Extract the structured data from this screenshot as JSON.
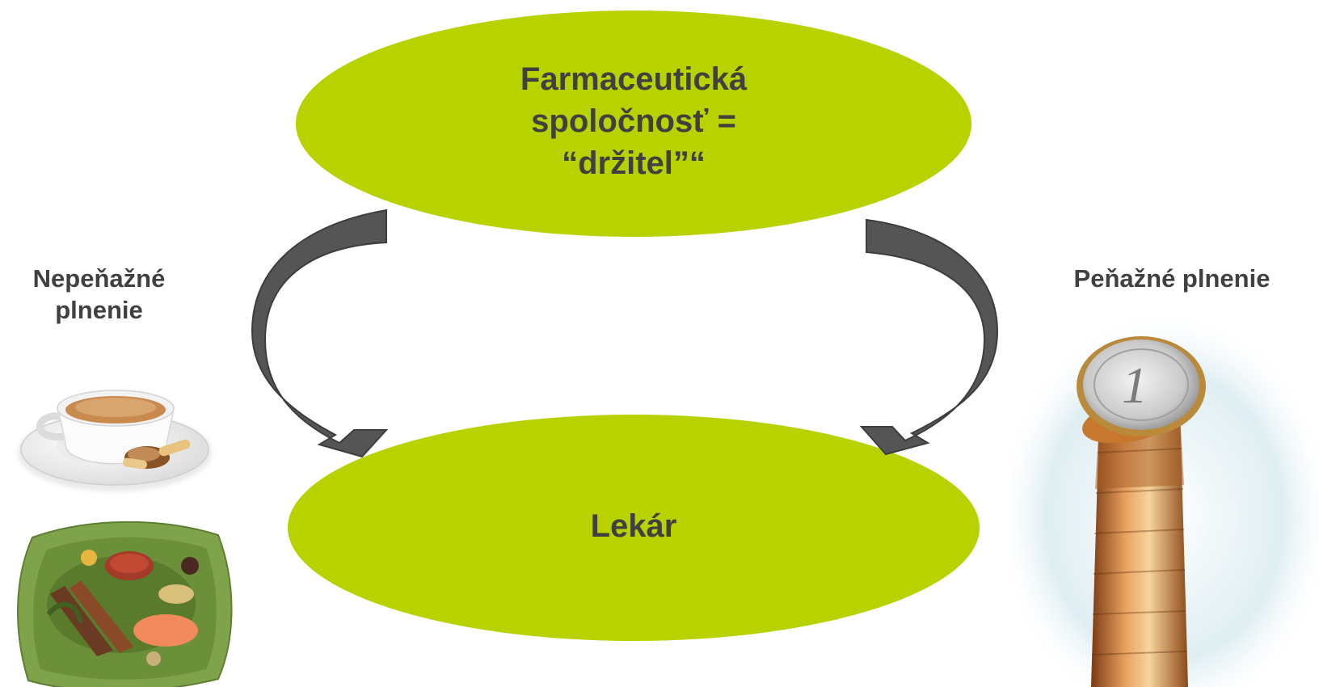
{
  "diagram": {
    "top_node": {
      "lines": [
        "Farmaceutická",
        "spoločnosť =",
        "“držitel”“"
      ]
    },
    "bottom_node": {
      "label": "Lekár"
    },
    "left_label": {
      "lines": [
        "Nepeňažné",
        "plnenie"
      ]
    },
    "right_label": {
      "text": "Peňažné plnenie"
    },
    "left_images": [
      "coffee-cup-image",
      "food-platter-image"
    ],
    "right_image": "euro-coin-stack-image"
  },
  "colors": {
    "node_fill": "#b8d200",
    "text": "#404040",
    "arrow": "#4d4d4d",
    "plate": "#7fa34a"
  }
}
